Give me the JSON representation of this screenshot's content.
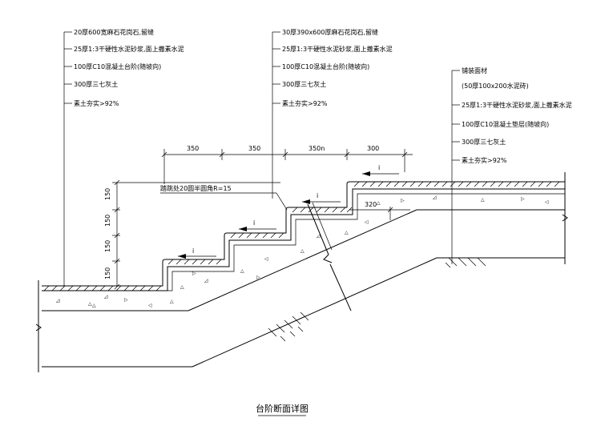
{
  "left_notes": [
    "20厚600宽麻石花岗石,留缝",
    "25厚1:3干硬性水泥砂浆,面上撒素水泥",
    "100厚C10混凝土台阶(随坡向)",
    "300厚三七灰土",
    "素土夯实>92%"
  ],
  "middle_notes": [
    "30厚390x600厚麻石花岗石,留缝",
    "25厚1:3干硬性水泥砂浆,面上撒素水泥",
    "100厚C10混凝土台阶(随坡向)",
    "300厚三七灰土",
    "素土夯实>92%"
  ],
  "right_notes": [
    "铺装面材",
    "(50厚100x200水泥砖)",
    "25厚1:3干硬性水泥砂浆,面上撒素水泥",
    "100厚C10混凝土垫层(随坡向)",
    "300厚三七灰土",
    "素土夯实>92%"
  ],
  "dims": {
    "top": [
      "350",
      "350",
      "350n",
      "300"
    ],
    "riser": [
      "150",
      "150",
      "150",
      "150"
    ],
    "r320": "320",
    "radius_note": "踏跳处20圆半圆角R=15"
  },
  "slope_mark": "i",
  "title": "台阶断面详图"
}
